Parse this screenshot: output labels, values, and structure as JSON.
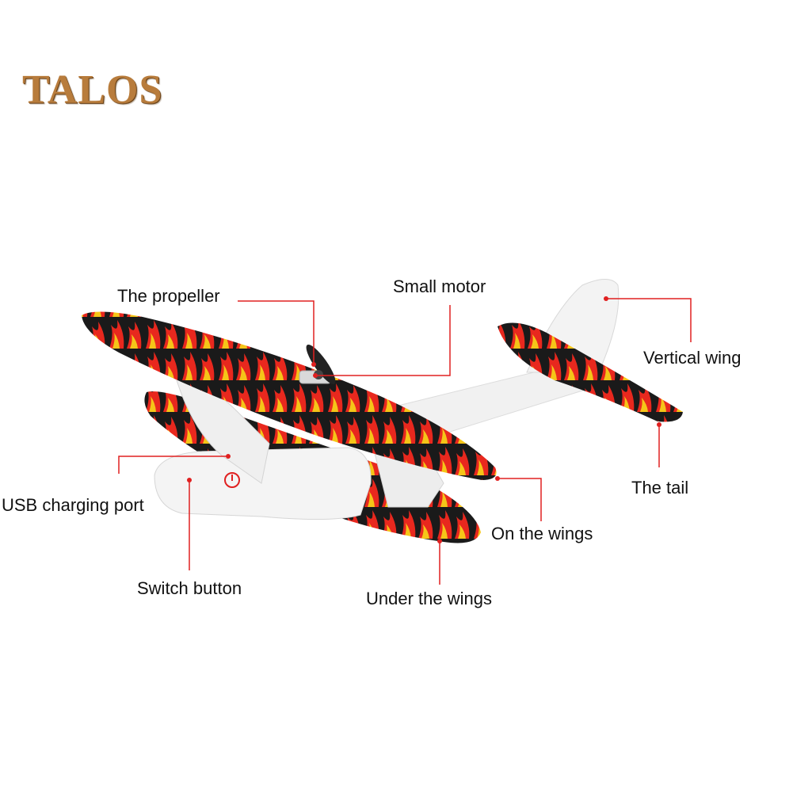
{
  "brand": "TALOS",
  "labels": {
    "propeller": "The propeller",
    "small_motor": "Small motor",
    "vertical_wing": "Vertical wing",
    "tail": "The tail",
    "usb_port": "USB charging port",
    "on_wings": "On the wings",
    "switch_button": "Switch button",
    "under_wings": "Under the wings"
  },
  "colors": {
    "leader_line": "#e02020",
    "brand": "#b87c3c",
    "foam": "#f2f2f2",
    "flame_dark": "#1a1a1a",
    "flame_red": "#e8281e",
    "flame_yellow": "#f5c518"
  }
}
